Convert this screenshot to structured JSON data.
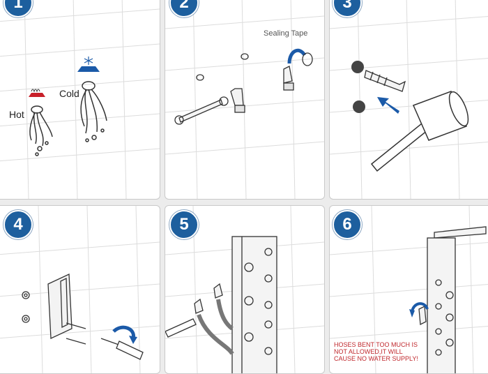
{
  "steps": [
    {
      "number": "1"
    },
    {
      "number": "2"
    },
    {
      "number": "3"
    },
    {
      "number": "4"
    },
    {
      "number": "5"
    },
    {
      "number": "6"
    }
  ],
  "labels": {
    "hot": "Hot",
    "cold": "Cold",
    "sealing_tape": "Sealing Tape",
    "warning": "HOSES BENT TOO MUCH IS NOT ALLOWED,IT WILL CAUSE NO WATER SUPPLY!"
  },
  "colors": {
    "badge": "#1d5f9e",
    "hot": "#c8202a",
    "cold": "#1b5aa8",
    "warning": "#c0282d",
    "arrow": "#1b5aa8"
  },
  "icons": [
    "flame-icon",
    "snowflake-icon",
    "wrench-icon",
    "hammer-icon",
    "screwdriver-icon",
    "rotate-arrow-icon"
  ]
}
